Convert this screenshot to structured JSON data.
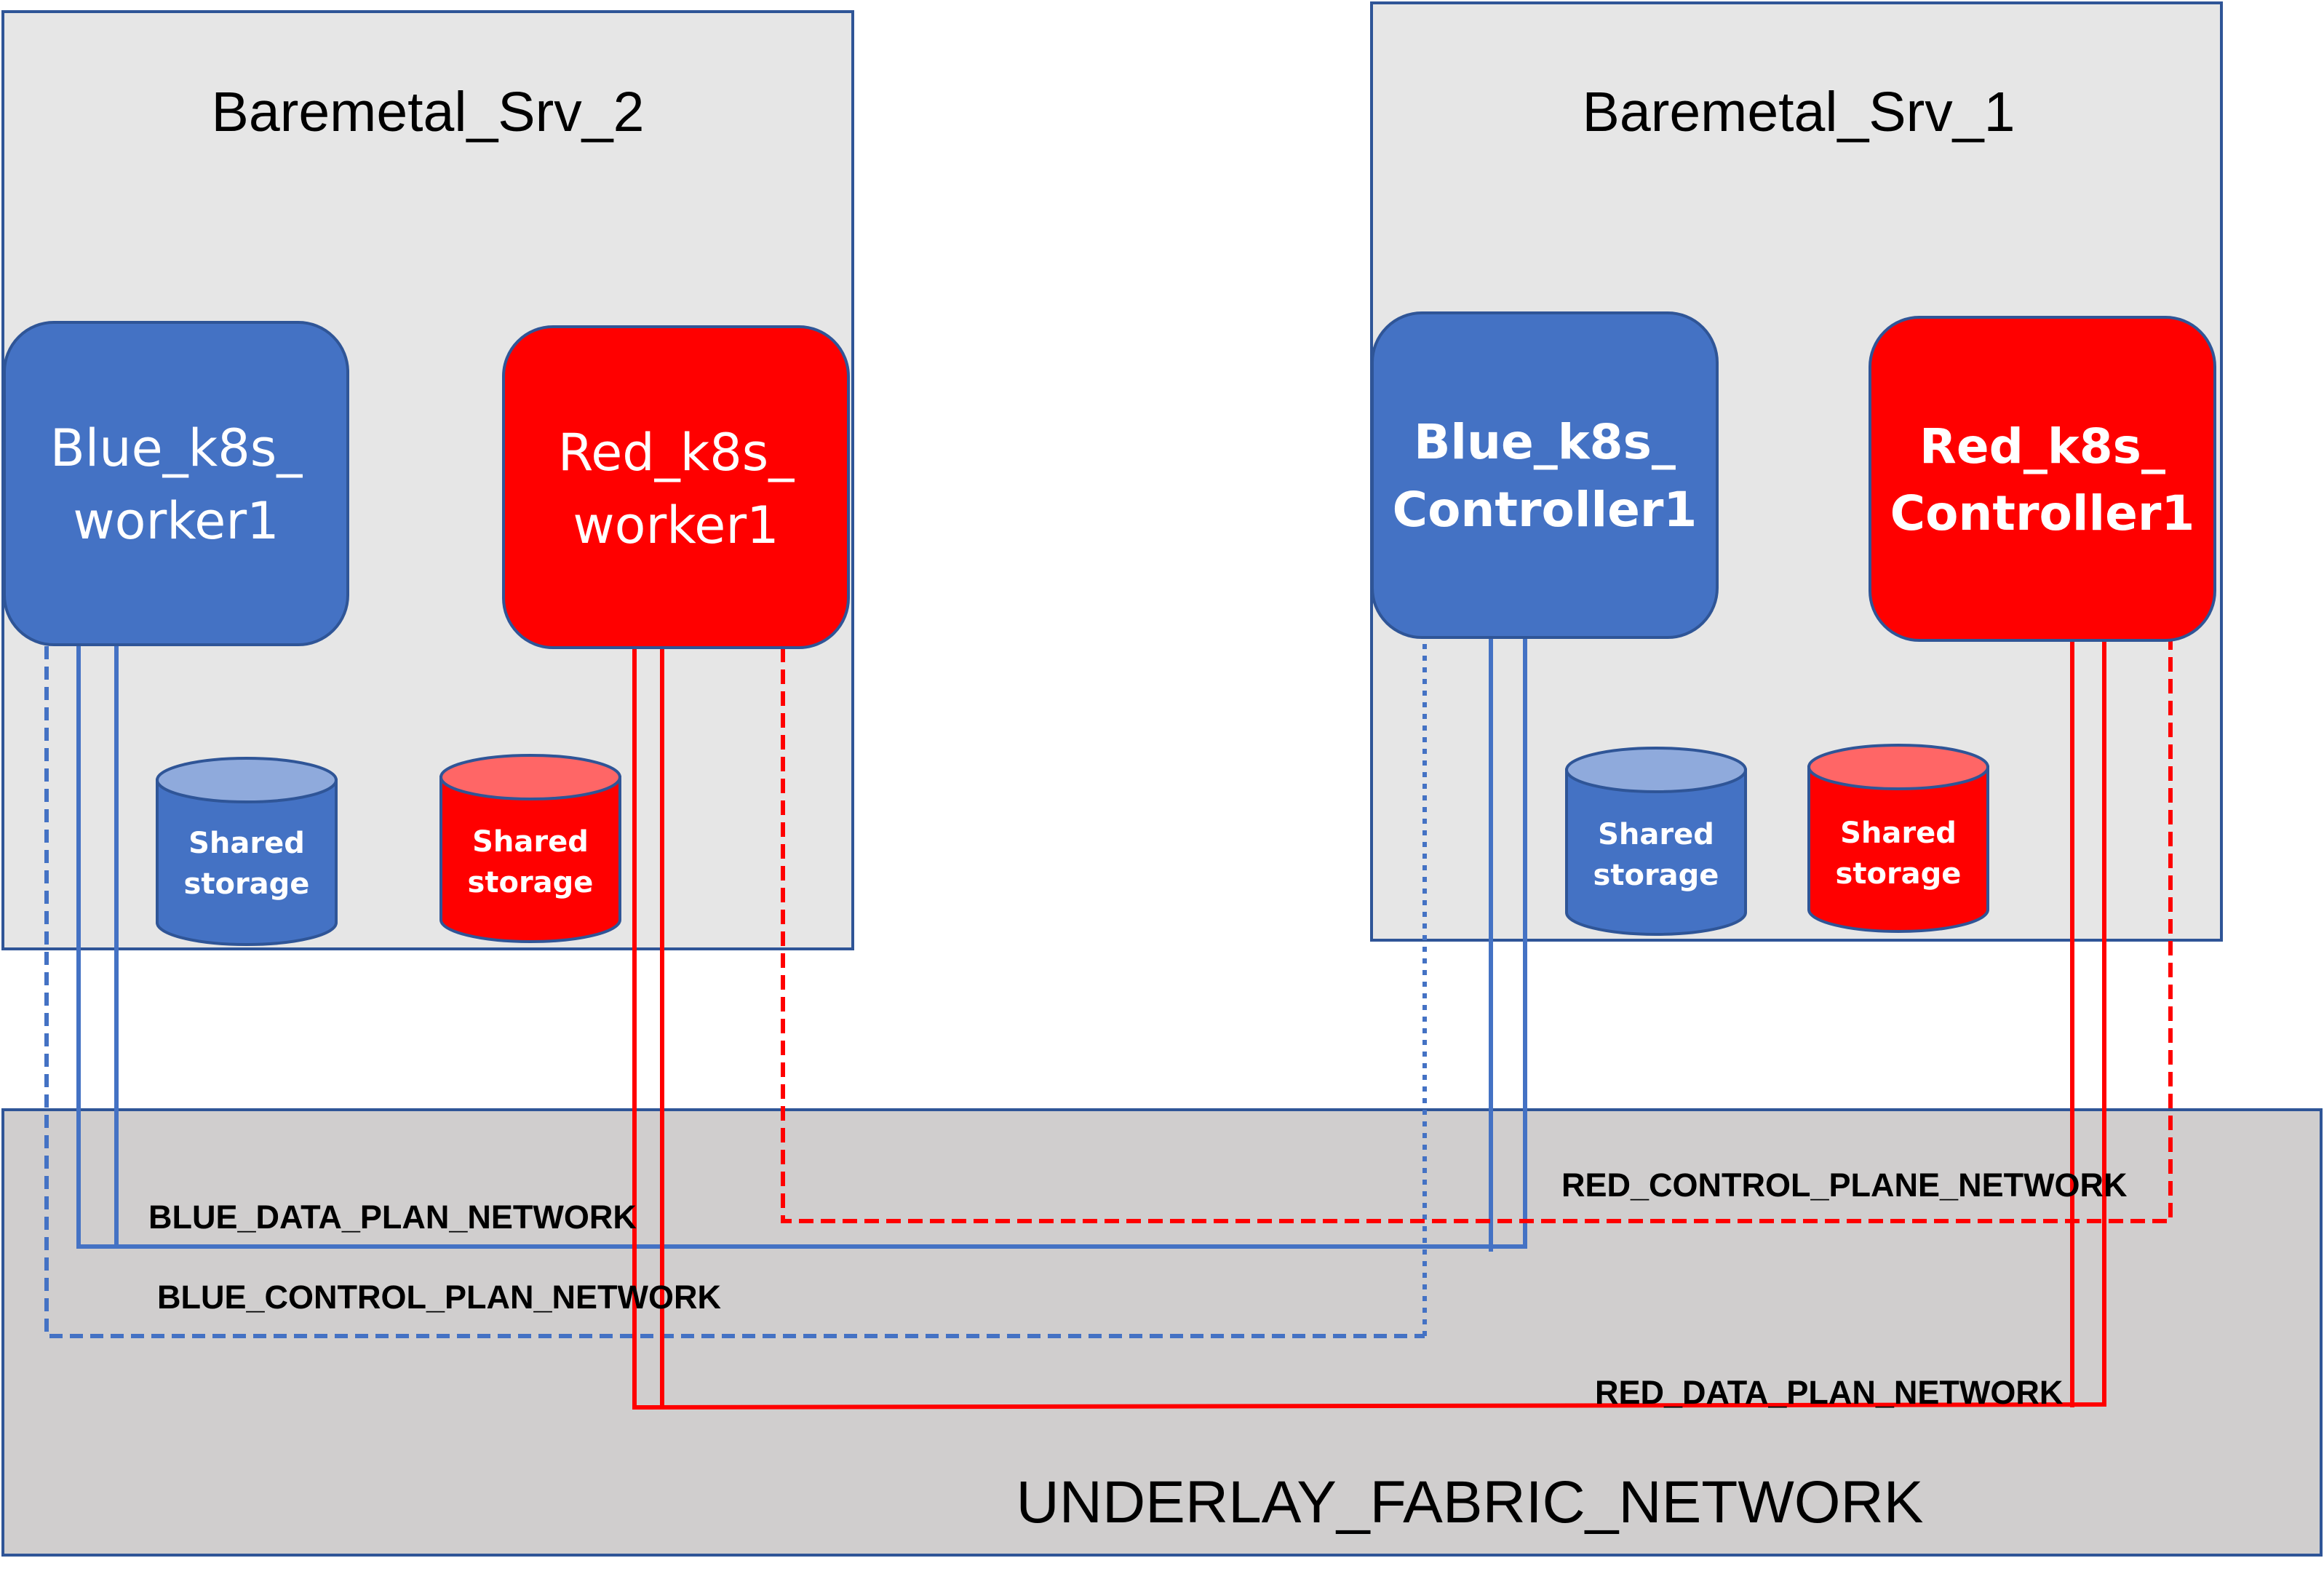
{
  "colors": {
    "blue": "#4472C4",
    "red": "#FF0000",
    "server_fill": "#E6E6E6",
    "fabric_fill": "#D0CECE",
    "border": "#2F5597"
  },
  "servers": {
    "srv2": {
      "title": "Baremetal_Srv_2",
      "node_blue": {
        "line1": "Blue_k8s_",
        "line2": "worker1"
      },
      "node_red": {
        "line1": "Red_k8s_",
        "line2": "worker1"
      },
      "storage_blue": {
        "line1": "Shared",
        "line2": "storage"
      },
      "storage_red": {
        "line1": "Shared",
        "line2": "storage"
      }
    },
    "srv1": {
      "title": "Baremetal_Srv_1",
      "node_blue": {
        "line1": "Blue_k8s_",
        "line2": "Controller1"
      },
      "node_red": {
        "line1": "Red_k8s_",
        "line2": "Controller1"
      },
      "storage_blue": {
        "line1": "Shared",
        "line2": "storage"
      },
      "storage_red": {
        "line1": "Shared",
        "line2": "storage"
      }
    }
  },
  "networks": {
    "blue_data": "BLUE_DATA_PLAN_NETWORK",
    "blue_control": "BLUE_CONTROL_PLAN_NETWORK",
    "red_control": "RED_CONTROL_PLANE_NETWORK",
    "red_data": "RED_DATA_PLAN_NETWORK"
  },
  "fabric": {
    "label": "UNDERLAY_FABRIC_NETWORK"
  }
}
